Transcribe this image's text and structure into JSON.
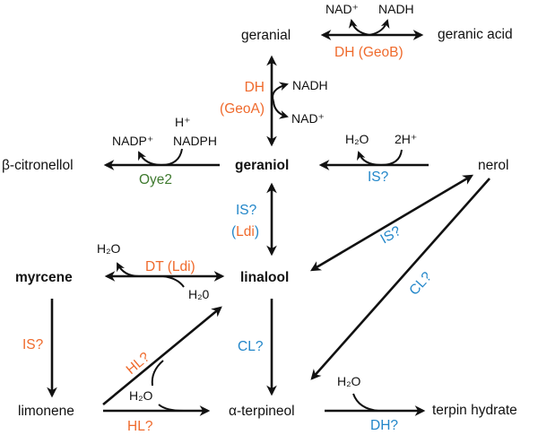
{
  "compounds": {
    "geranial": "geranial",
    "geranic_acid": "geranic acid",
    "geraniol": "geraniol",
    "citronellol": "β-citronellol",
    "nerol": "nerol",
    "myrcene": "myrcene",
    "linalool": "linalool",
    "limonene": "limonene",
    "terpineol": "α-terpineol",
    "terpin_hydrate": "terpin hydrate"
  },
  "cofactors": {
    "geob_in": "NAD⁺",
    "geob_out": "NADH",
    "geoa_top": "NADH",
    "geoa_bottom": "NAD⁺",
    "oye2_out": "NADP⁺",
    "oye2_h": "H⁺",
    "oye2_in": "NADPH",
    "nerol_out": "H₂O",
    "nerol_in": "2H⁺",
    "dt_out": "H₂O",
    "dt_in": "H₂0",
    "hl_diag": "H₂O",
    "hl_horiz": "H₂O",
    "dh_terp": "H₂O"
  },
  "enzymes": {
    "geob": "DH (GeoB)",
    "geoa_dh": "DH",
    "geoa_name": "(GeoA)",
    "oye2": "Oye2",
    "nerol_geraniol": "IS?",
    "geraniol_linalool_is": "IS?",
    "ldi_open": "(",
    "ldi_name": "Ldi",
    "ldi_close": ")",
    "dt": "DT (Ldi)",
    "nerol_linalool": "IS?",
    "nerol_terpineol": "CL?",
    "myrcene_limonene": "IS?",
    "limonene_linalool": "HL?",
    "limonene_terpineol": "HL?",
    "linalool_terpineol": "CL?",
    "terpin": "DH?"
  },
  "colors": {
    "orange": "#ef6a2c",
    "blue": "#2286c9",
    "green": "#3f7a2f"
  }
}
